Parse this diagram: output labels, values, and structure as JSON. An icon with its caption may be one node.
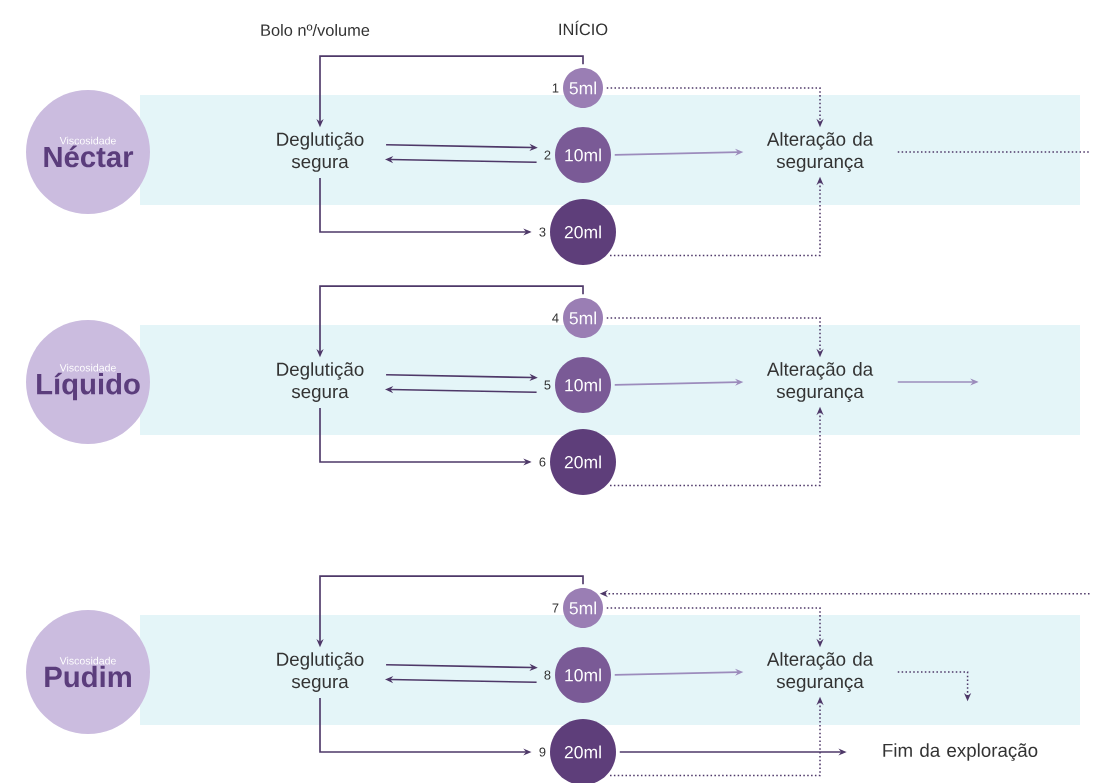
{
  "diagram": {
    "nodes": [
      {
        "text": [
          "Viscosidade",
          "Néctar"
        ]
      },
      {
        "text": [
          "Deglutição segura"
        ]
      },
      {
        "text": [
          "5ml"
        ],
        "beside": [
          "1"
        ]
      },
      {
        "text": [
          "10ml"
        ],
        "beside": [
          "2"
        ]
      },
      {
        "text": [
          "20ml"
        ],
        "beside": [
          "3"
        ]
      },
      {
        "text": [
          "Alteração da segurança"
        ]
      },
      {
        "text": [
          "Viscosidade",
          "Líquido"
        ]
      },
      {
        "text": [
          "Deglutição segura"
        ]
      },
      {
        "text": [
          "5ml"
        ],
        "beside": [
          "4"
        ]
      },
      {
        "text": [
          "10ml"
        ],
        "beside": [
          "5"
        ]
      },
      {
        "text": [
          "20ml"
        ],
        "beside": [
          "6"
        ]
      },
      {
        "text": [
          "Alteração da segurança"
        ]
      },
      {
        "text": [
          "Viscosidade",
          "Pudim"
        ]
      },
      {
        "text": [
          "Deglutição segura"
        ]
      },
      {
        "text": [
          "5ml"
        ],
        "beside": [
          "7"
        ]
      },
      {
        "text": [
          "10ml"
        ],
        "beside": [
          "8"
        ]
      },
      {
        "text": [
          "20ml"
        ],
        "beside": [
          "9"
        ]
      },
      {
        "text": [
          "Alteração da segurança"
        ]
      },
      {
        "text": [
          "Fim da exploração"
        ]
      }
    ],
    "edges": [
      {
        "from": 2,
        "to": 1,
        "arrow": "to"
      },
      {
        "from": 1,
        "to": 3,
        "arrow": "to"
      },
      {
        "from": 3,
        "to": 1,
        "arrow": "to"
      },
      {
        "from": 1,
        "to": 4,
        "arrow": "to"
      },
      {
        "from": 2,
        "to": 5,
        "arrow": "to",
        "style": "dashed"
      },
      {
        "from": 3,
        "to": 5,
        "arrow": "to",
        "color": "#9c8cbc"
      },
      {
        "from": 4,
        "to": 5,
        "arrow": "to",
        "style": "dashed"
      },
      {
        "from": 8,
        "to": 7,
        "arrow": "to"
      },
      {
        "from": 7,
        "to": 9,
        "arrow": "to"
      },
      {
        "from": 9,
        "to": 7,
        "arrow": "to"
      },
      {
        "from": 7,
        "to": 10,
        "arrow": "to"
      },
      {
        "from": 8,
        "to": 11,
        "arrow": "to",
        "style": "dashed"
      },
      {
        "from": 9,
        "to": 11,
        "arrow": "to",
        "color": "#9c8cbc"
      },
      {
        "from": 10,
        "to": 11,
        "arrow": "to",
        "style": "dashed"
      },
      {
        "from": 14,
        "to": 13,
        "arrow": "to"
      },
      {
        "from": 13,
        "to": 15,
        "arrow": "to"
      },
      {
        "from": 15,
        "to": 13,
        "arrow": "to"
      },
      {
        "from": 13,
        "to": 16,
        "arrow": "to"
      },
      {
        "from": 14,
        "to": 17,
        "arrow": "to",
        "style": "dashed"
      },
      {
        "from": 15,
        "to": 17,
        "arrow": "to",
        "color": "#9c8cbc"
      },
      {
        "from": 16,
        "to": 17,
        "arrow": "to",
        "style": "dashed"
      },
      {
        "from": 5,
        "to": null,
        "arrow": "none",
        "style": "dashed"
      },
      {
        "from": 11,
        "to": null,
        "arrow": "to",
        "color": "#9c8cbc"
      },
      {
        "from": 17,
        "to": null,
        "arrow": "to",
        "style": "dashed"
      },
      {
        "from": null,
        "to": 14,
        "arrow": "to",
        "style": "dashed"
      },
      {
        "from": 16,
        "to": 18,
        "arrow": "to"
      }
    ],
    "labels": [
      "INÍCIO",
      "Bolo nº/volume"
    ]
  }
}
